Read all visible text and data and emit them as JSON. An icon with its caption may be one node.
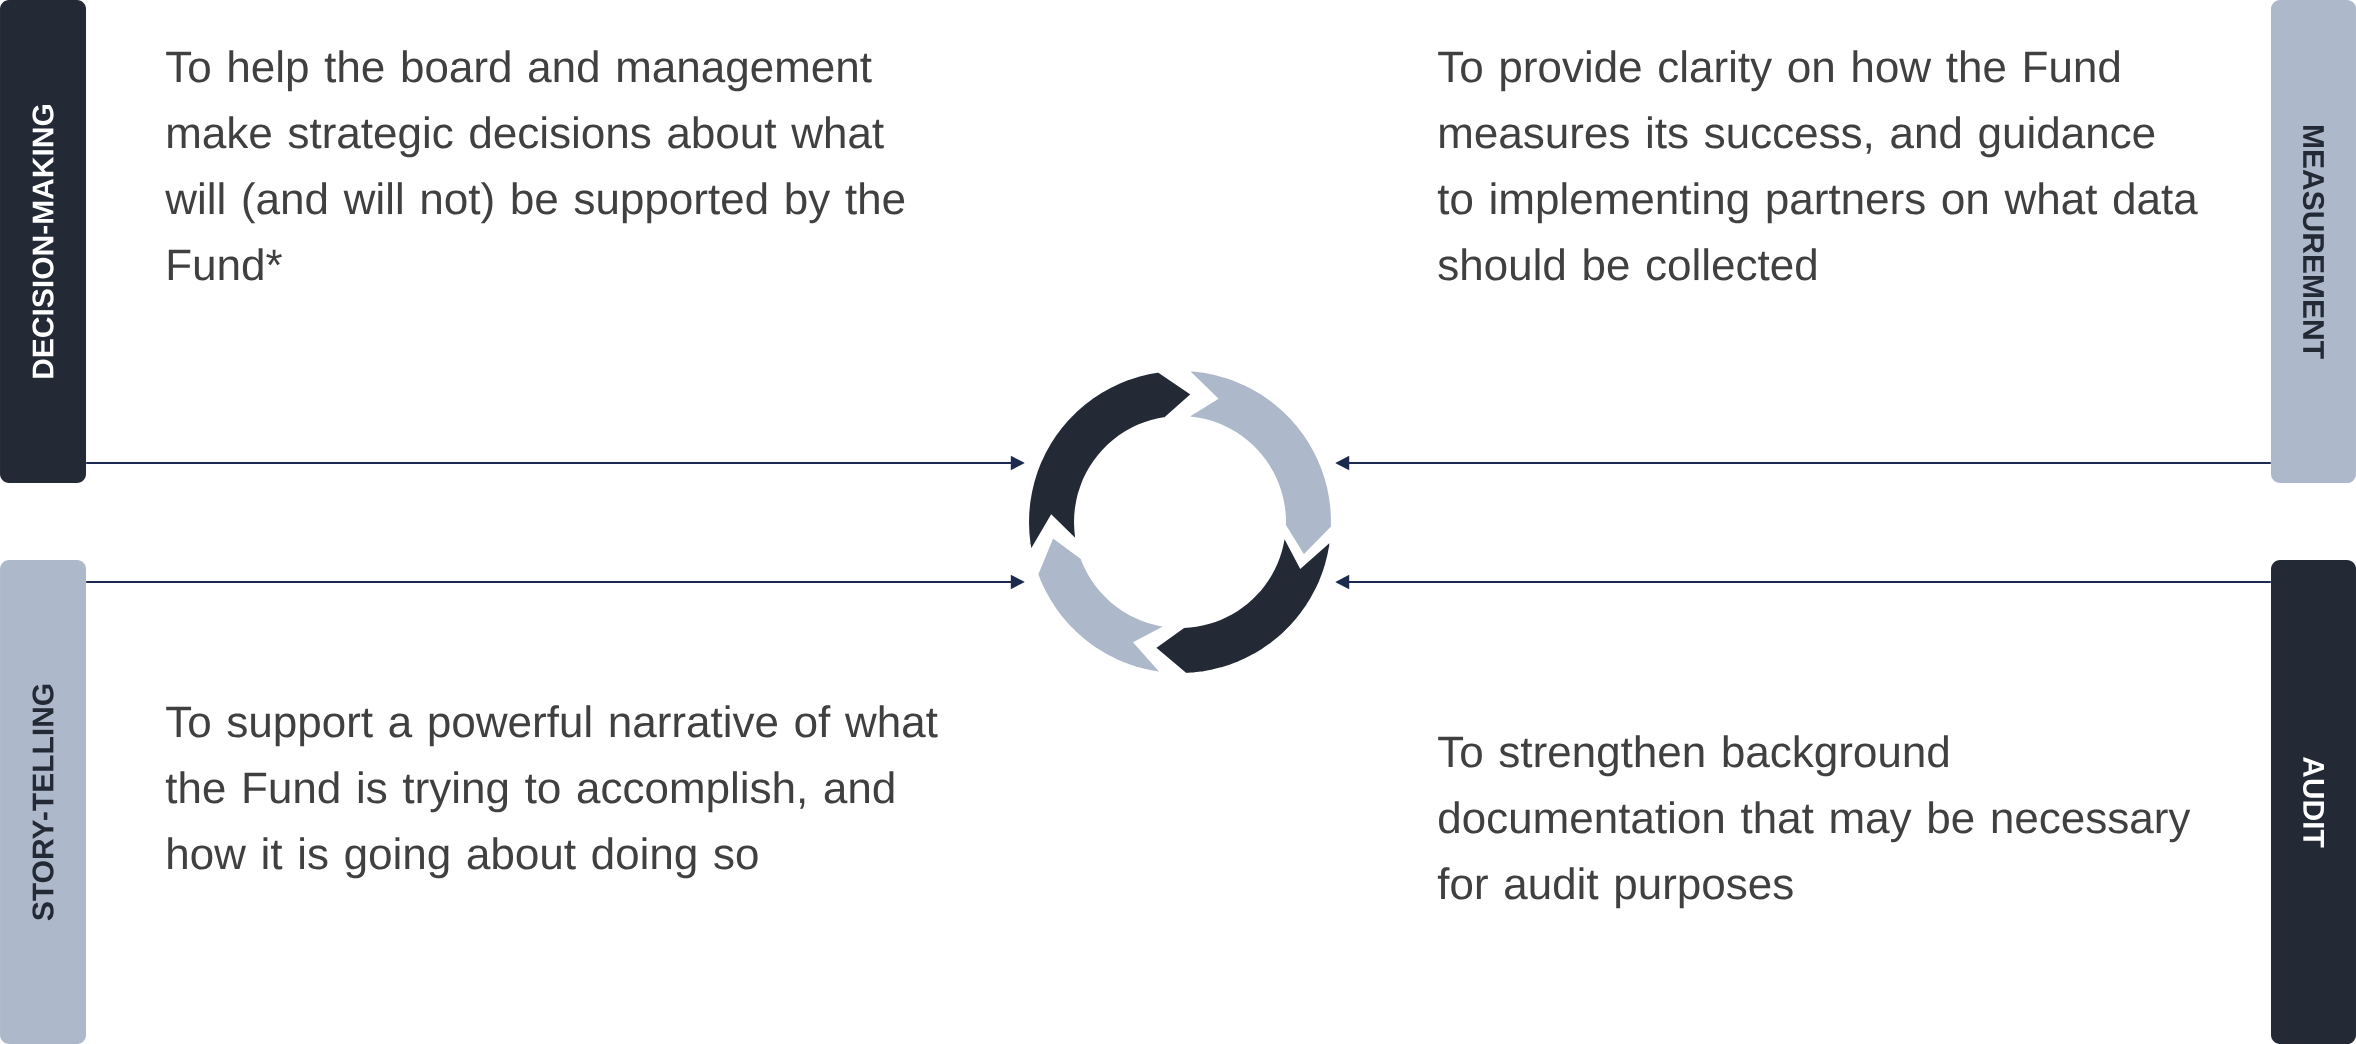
{
  "diagram": {
    "nodes": [
      {
        "text": [
          "DECISION-MAKING"
        ],
        "beside": [
          "To help the board and management make strategic decisions about what will (and will not) be supported by the Fund*"
        ]
      },
      {
        "text": [
          "MEASUREMENT"
        ],
        "beside": [
          "To provide clarity on how the Fund measures its success, and guidance to implementing partners on what data should be collected"
        ]
      },
      {
        "text": [
          "STORY-TELLING"
        ],
        "beside": [
          "To support a powerful narrative of what the Fund is trying to accomplish, and how it is going about doing so"
        ]
      },
      {
        "text": [
          "AUDIT"
        ],
        "beside": [
          "To strengthen background documentation that may be necessary for audit purposes"
        ]
      },
      {
        "text": [],
        "shape": "circle"
      }
    ],
    "edges": [
      {
        "from": 0,
        "to": 4,
        "arrow": "to"
      },
      {
        "from": 1,
        "to": 4,
        "arrow": "to"
      },
      {
        "from": 2,
        "to": 4,
        "arrow": "to"
      },
      {
        "from": 3,
        "to": 4,
        "arrow": "to"
      }
    ]
  }
}
